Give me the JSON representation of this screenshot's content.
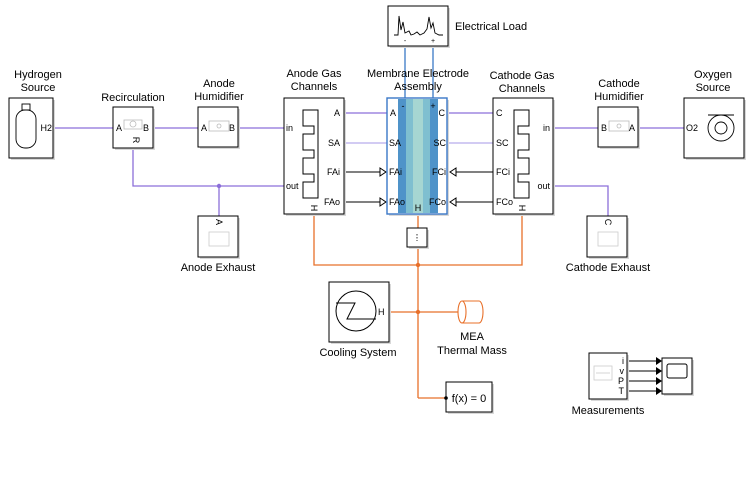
{
  "colors": {
    "gas_line": "#8c6fd9",
    "gas_line_light": "#b7acec",
    "thermal_line": "#e8702a",
    "electrical_line": "#3a78c7",
    "membrane_fill": "#7fbfd0",
    "block_shadow": "#d8d8d8"
  },
  "blocks": {
    "hydrogen_source": {
      "name": [
        "Hydrogen",
        "Source"
      ],
      "port": "H2",
      "icon": "gas-tank-icon"
    },
    "recirculation": {
      "name": "Recirculation",
      "ports": [
        "A",
        "B",
        "R"
      ],
      "icon": "compressor-icon"
    },
    "anode_humidifier": {
      "name": [
        "Anode",
        "Humidifier"
      ],
      "ports": [
        "A",
        "B"
      ],
      "icon": "humidifier-icon"
    },
    "anode_gas_channels": {
      "name": [
        "Anode Gas",
        "Channels"
      ],
      "ports": [
        "A",
        "SA",
        "FAi",
        "FAo",
        "in",
        "out",
        "H"
      ],
      "icon": "serpentine-channel-icon"
    },
    "mea": {
      "name": [
        "Membrane Electrode",
        "Assembly"
      ],
      "ports": [
        "-",
        "+",
        "A",
        "C",
        "SA",
        "SC",
        "FAi",
        "FCi",
        "FAo",
        "FCo",
        "H"
      ],
      "icon": "membrane-icon"
    },
    "cathode_gas_channels": {
      "name": [
        "Cathode Gas",
        "Channels"
      ],
      "ports": [
        "C",
        "SC",
        "FCi",
        "FCo",
        "in",
        "out",
        "H"
      ],
      "icon": "serpentine-channel-icon"
    },
    "cathode_humidifier": {
      "name": [
        "Cathode",
        "Humidifier"
      ],
      "ports": [
        "B",
        "A"
      ],
      "icon": "humidifier-icon"
    },
    "oxygen_source": {
      "name": [
        "Oxygen",
        "Source"
      ],
      "port": "O2",
      "icon": "compressor-icon"
    },
    "electrical_load": {
      "name": "Electrical Load",
      "ports": [
        "-",
        "+"
      ],
      "icon": "load-profile-icon"
    },
    "anode_exhaust": {
      "name": "Anode Exhaust",
      "port": "A",
      "icon": "exhaust-icon"
    },
    "cathode_exhaust": {
      "name": "Cathode Exhaust",
      "port": "C",
      "icon": "exhaust-icon"
    },
    "cooling_system": {
      "name": "Cooling System",
      "port": "H",
      "icon": "heat-exchanger-icon"
    },
    "mea_thermal_mass": {
      "name": [
        "MEA",
        "Thermal Mass"
      ],
      "icon": "thermal-mass-icon"
    },
    "solver": {
      "label": "f(x) = 0",
      "icon": "solver-configuration-icon"
    },
    "measurements": {
      "name": "Measurements",
      "ports": [
        "i",
        "v",
        "P",
        "T"
      ],
      "icon": "sensor-icon"
    },
    "scope": {
      "icon": "scope-icon"
    }
  }
}
